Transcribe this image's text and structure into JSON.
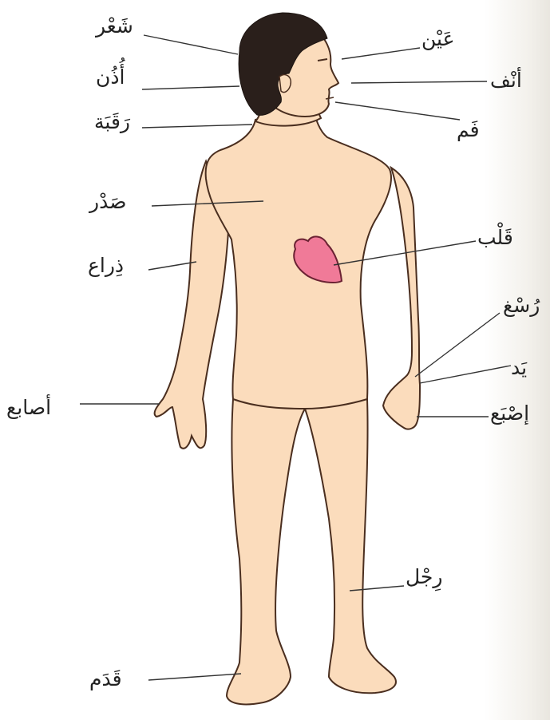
{
  "colors": {
    "skin": "#fbdcbc",
    "outline": "#4a2e1f",
    "hair": "#2a1f1b",
    "heart": "#f07a98",
    "leader_line": "#333333"
  },
  "labels": {
    "hair": "شَعْر",
    "ear": "أُذُن",
    "neck": "رَقَبَة",
    "chest": "صَدْر",
    "forearm": "ذِراع",
    "fingers": "أصابع",
    "foot": "قَدَم",
    "eye": "عَيْن",
    "nose": "أنْف",
    "mouth": "فَم",
    "heart": "قَلْب",
    "wrist": "رُسْغ",
    "hand": "يَد",
    "finger": "إصْبَع",
    "leg": "رِجْل"
  }
}
